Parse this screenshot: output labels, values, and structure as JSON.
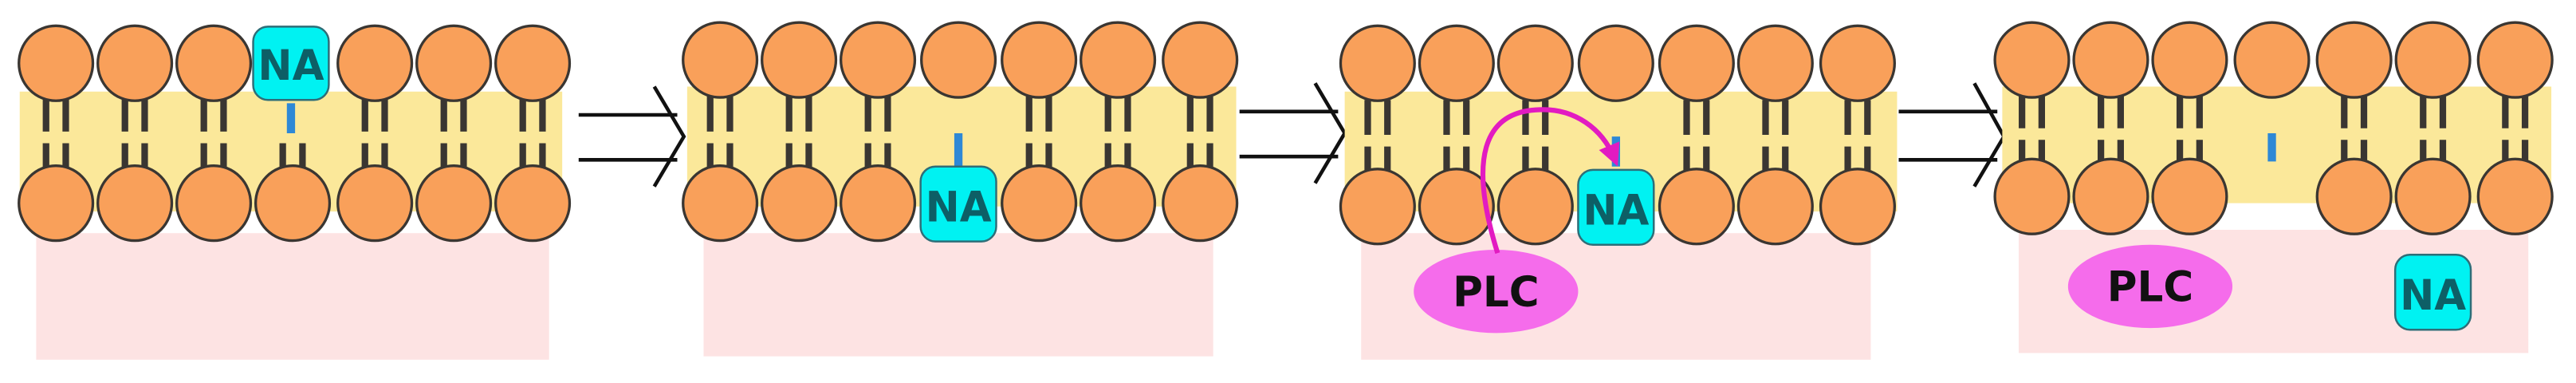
{
  "diagram": {
    "panels": [
      {
        "label": "NA",
        "state": "na-in-outer-leaflet"
      },
      {
        "label": "NA",
        "state": "na-flipped-to-inner-leaflet"
      },
      {
        "label": "NA",
        "enzyme": "PLC",
        "state": "plc-acts-on-na"
      },
      {
        "label": "NA",
        "enzyme": "PLC",
        "state": "na-released"
      }
    ],
    "colors": {
      "head": "#F9A05A",
      "core": "#FBE89A",
      "cytosol": "#FDE3E3",
      "na": "#00F2F2",
      "plc": "#F56CEB",
      "linker": "#2E88D6",
      "tail": "#3A3632",
      "arrow": "#E21BC1"
    },
    "icons": [
      "double-line-arrow",
      "curved-arrow"
    ]
  }
}
